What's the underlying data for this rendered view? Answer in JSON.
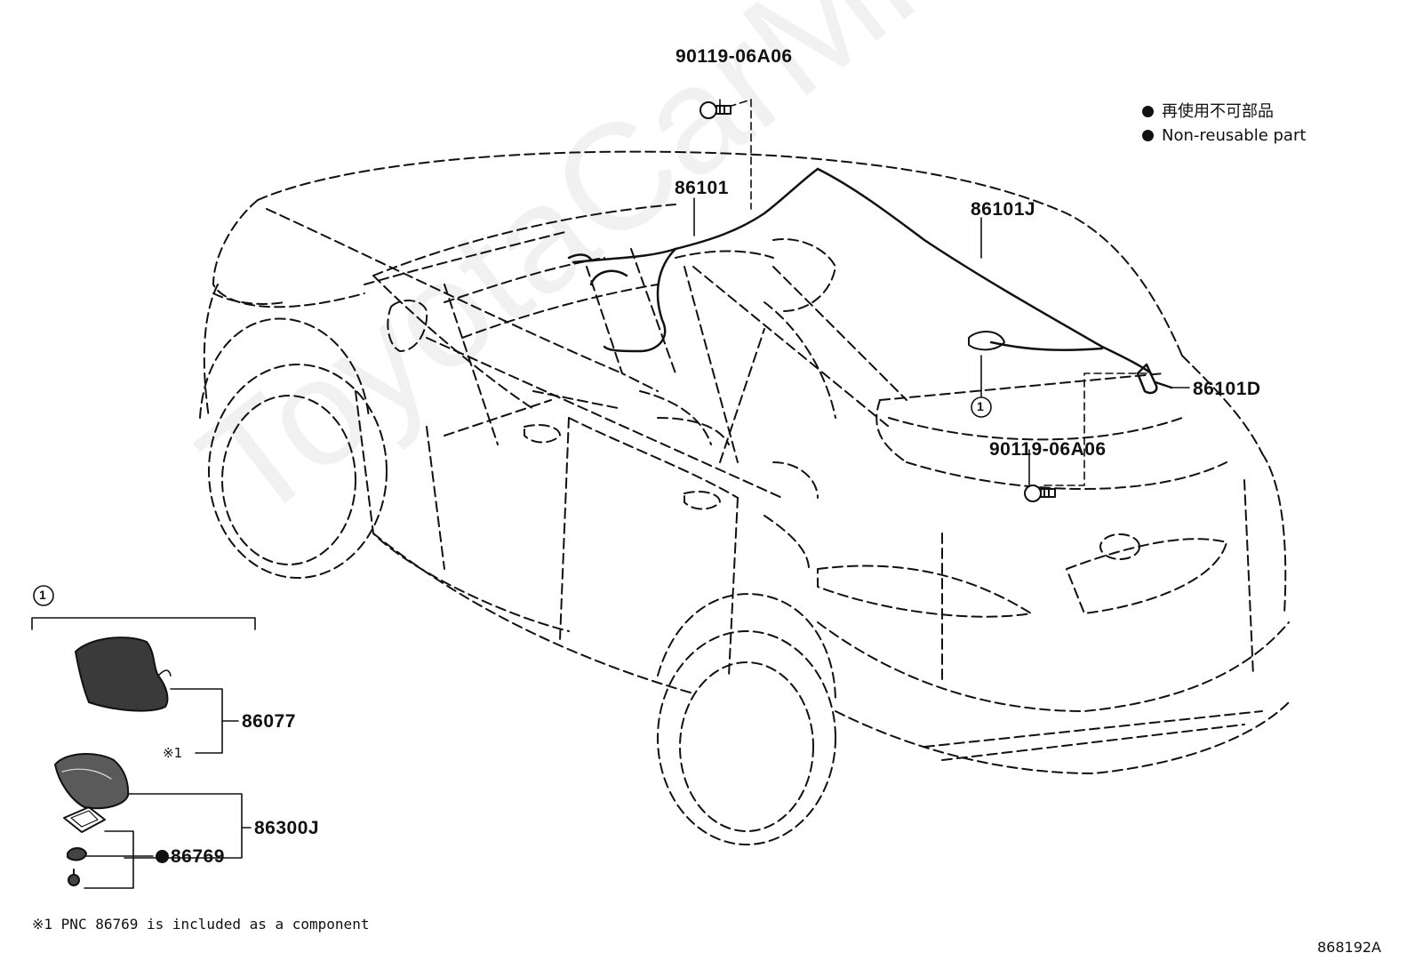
{
  "parts": {
    "bolt_top": "90119-06A06",
    "wire_main": "86101",
    "wire_j": "86101J",
    "wire_d": "86101D",
    "bolt_right": "90119-06A06",
    "antenna_cover": "86077",
    "antenna_assy": "86300J",
    "gasket": "86769"
  },
  "legend": {
    "jp": "再使用不可部品",
    "en": "Non-reusable part"
  },
  "callout_ref": "1",
  "note_marker": "※1",
  "footnote": "※1 PNC 86769 is included as a component",
  "diagram_code": "868192A",
  "watermark": "ToyotaCarMine.ru"
}
